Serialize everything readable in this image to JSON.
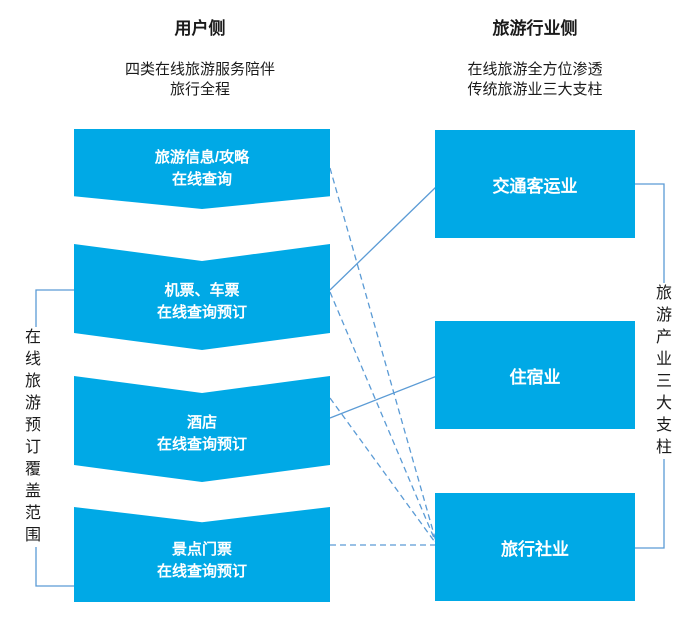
{
  "user_side": {
    "title": "用户侧",
    "subtitle_line1": "四类在线旅游服务陪伴",
    "subtitle_line2": "旅行全程",
    "items": [
      {
        "line1": "旅游信息/攻略",
        "line2": "在线查询"
      },
      {
        "line1": "机票、车票",
        "line2": "在线查询预订"
      },
      {
        "line1": "酒店",
        "line2": "在线查询预订"
      },
      {
        "line1": "景点门票",
        "line2": "在线查询预订"
      }
    ],
    "bracket_label": "在线旅游预订覆盖范围"
  },
  "industry_side": {
    "title": "旅游行业侧",
    "subtitle_line1": "在线旅游全方位渗透",
    "subtitle_line2": "传统旅游业三大支柱",
    "items": [
      {
        "label": "交通客运业"
      },
      {
        "label": "住宿业"
      },
      {
        "label": "旅行社业"
      }
    ],
    "bracket_label": "旅游产业三大支柱"
  },
  "colors": {
    "box_fill": "#00a9e6",
    "connector": "#5b9bd5",
    "text": "#1a1a1a",
    "box_text": "#ffffff"
  }
}
